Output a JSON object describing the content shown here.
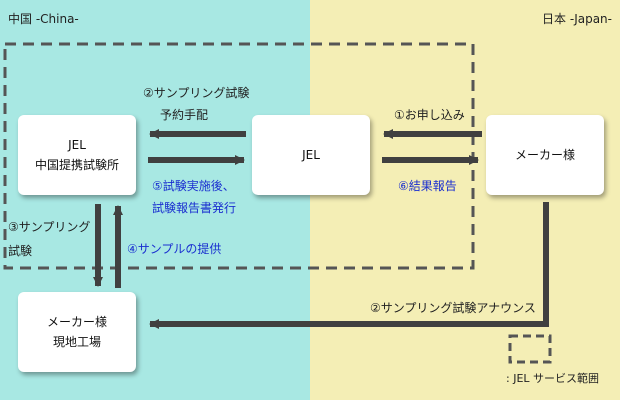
{
  "regions": {
    "china_label": "中国 -China-",
    "japan_label": "日本 -Japan-",
    "china_color": "#a8e8e3",
    "japan_color": "#f4eeb5"
  },
  "nodes": {
    "jel_china": {
      "line1": "JEL",
      "line2": "中国提携試験所"
    },
    "jel": {
      "line1": "JEL"
    },
    "maker": {
      "line1": "メーカー様"
    },
    "maker_factory": {
      "line1": "メーカー様",
      "line2": "現地工場"
    }
  },
  "steps": {
    "step2_line1": "②サンプリング試験",
    "step2_line2": "予約手配",
    "step1": "①お申し込み",
    "step5_line1": "⑤試験実施後、",
    "step5_line2": "試験報告書発行",
    "step6": "⑥結果報告",
    "step3_line1": "③サンプリング",
    "step3_line2": "試験",
    "step4": "④サンプルの提供",
    "step2_announce": "②サンプリング試験アナウンス"
  },
  "legend": {
    "label": ": JEL サービス範囲"
  },
  "colors": {
    "arrow": "#404040",
    "dash": "#555555",
    "step_blue": "#1a2fd0"
  }
}
